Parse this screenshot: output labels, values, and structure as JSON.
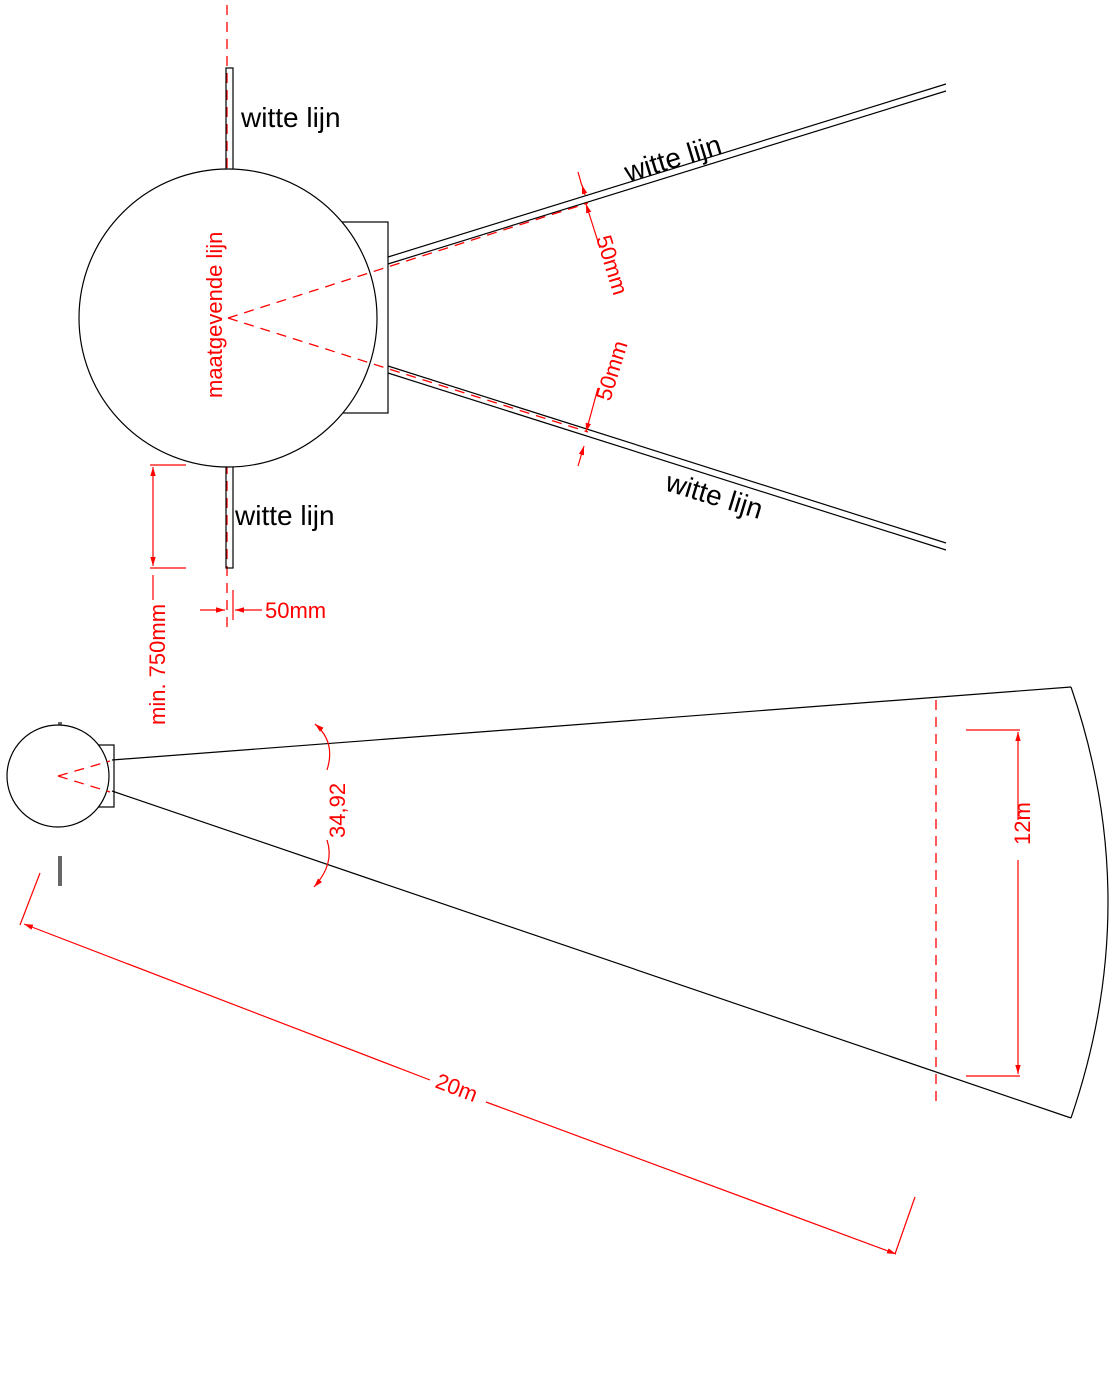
{
  "top_view": {
    "label_white_line_top": "witte lijn",
    "label_white_line_bottom": "witte lijn",
    "label_white_line_upper_diag": "witte lijn",
    "label_white_line_lower_diag": "witte lijn",
    "label_reference_line": "maatgevende lijn",
    "dim_upper_gap": "50mm",
    "dim_lower_gap": "50mm",
    "dim_line_width": "50mm",
    "dim_min_distance": "min. 750mm"
  },
  "overview": {
    "dim_angle": "34,92",
    "dim_width": "12m",
    "dim_distance": "20m"
  },
  "colors": {
    "line": "#000000",
    "dimension": "#ff0000",
    "background": "#ffffff"
  }
}
